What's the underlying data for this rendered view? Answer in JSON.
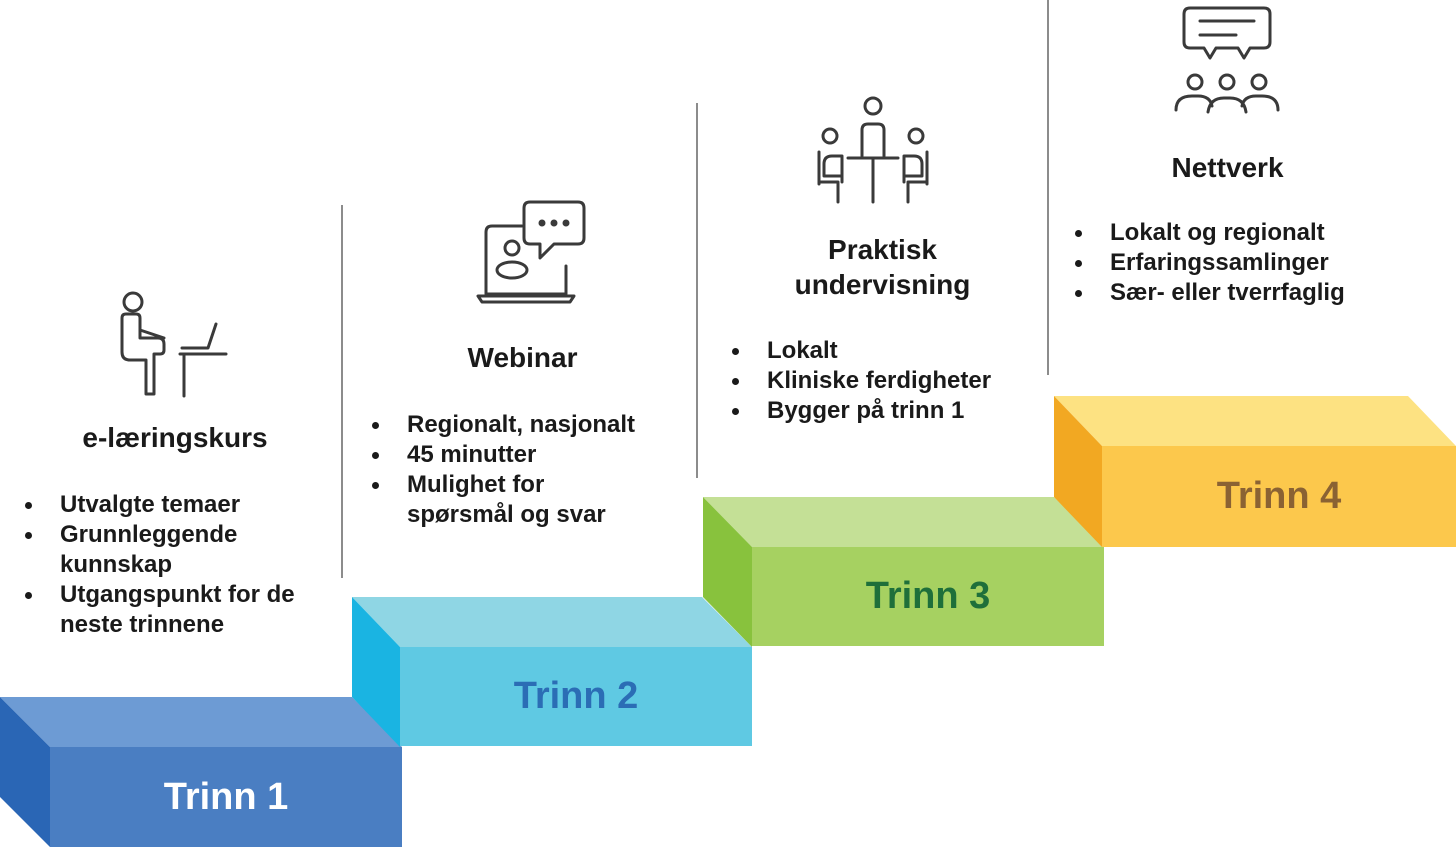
{
  "stages": [
    {
      "title": "e-læringskurs",
      "icon": "person-at-desk-icon",
      "bullets": [
        "Utvalgte temaer",
        "Grunnleggende kunnskap",
        "Utgangspunkt for de neste trinnene"
      ]
    },
    {
      "title": "Webinar",
      "icon": "video-chat-icon",
      "bullets": [
        "Regionalt, nasjonalt",
        "45 minutter",
        "Mulighet for spørsmål og svar"
      ]
    },
    {
      "title": "Praktisk\nundervisning",
      "icon": "meeting-table-icon",
      "bullets": [
        "Lokalt",
        "Kliniske ferdigheter",
        "Bygger på trinn 1"
      ]
    },
    {
      "title": "Nettverk",
      "icon": "group-discussion-icon",
      "bullets": [
        "Lokalt og regionalt",
        "Erfaringssamlinger",
        "Sær- eller tverrfaglig"
      ]
    }
  ],
  "steps": [
    {
      "label": "Trinn 1",
      "front": "#4a7ec2",
      "top": "#6d9bd4",
      "side": "#2a66b5",
      "text": "#ffffff"
    },
    {
      "label": "Trinn 2",
      "front": "#5fc9e3",
      "top": "#8fd6e4",
      "side": "#1ab4e2",
      "text": "#2b6db5"
    },
    {
      "label": "Trinn 3",
      "front": "#a6d161",
      "top": "#c4e096",
      "side": "#88c23d",
      "text": "#1e6f3a"
    },
    {
      "label": "Trinn 4",
      "front": "#fcc84c",
      "top": "#fde282",
      "side": "#f2a822",
      "text": "#8a6233"
    }
  ]
}
